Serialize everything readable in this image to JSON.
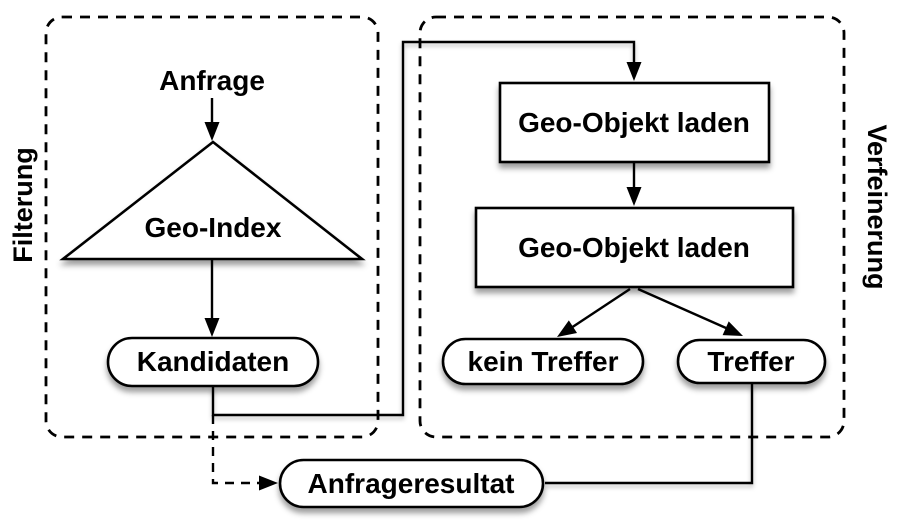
{
  "diagram": {
    "filter_section": {
      "label": "Filterung",
      "query_label": "Anfrage",
      "index_label": "Geo-Index",
      "candidates_label": "Kandidaten"
    },
    "refine_section": {
      "label": "Verfeinerung",
      "load_box_1_label": "Geo-Objekt laden",
      "load_box_2_label": "Geo-Objekt laden",
      "no_match_label": "kein Treffer",
      "match_label": "Treffer"
    },
    "result_label": "Anfrageresultat",
    "colors": {
      "stroke": "#000000",
      "shape_fill": "#ffffff",
      "background": "#ffffff",
      "shadow": "rgba(0,0,0,0.38)"
    }
  }
}
